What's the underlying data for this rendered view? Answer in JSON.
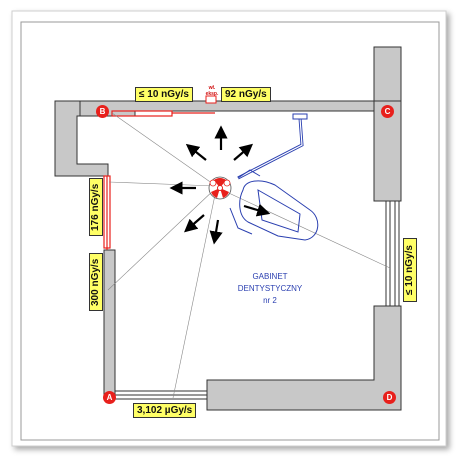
{
  "room": {
    "line1": "GABINET",
    "line2": "DENTYSTYCZNY",
    "line3": "nr 2"
  },
  "measurements": {
    "top_left": "≤ 10 nGy/s",
    "top_right": "92 nGy/s",
    "left_upper": "176 nGy/s",
    "left_lower": "300 nGy/s",
    "bottom": "3,102 µGy/s",
    "right": "≤ 10 nGy/s"
  },
  "point_labels": {
    "a": "A",
    "b": "B",
    "c": "C",
    "d": "D"
  },
  "exposure_switch": {
    "line1": "wł.",
    "line2": "eksp."
  },
  "colors": {
    "wall": "#c8c8c8",
    "wall_outline": "#333333",
    "label_bg": "#ffff66",
    "accent_red": "#e8201c",
    "dental_chair": "#2a3fb0"
  },
  "icons": {
    "radiation_source": "radiation-trefoil-icon",
    "emission_arrows": "arrow-icon"
  }
}
